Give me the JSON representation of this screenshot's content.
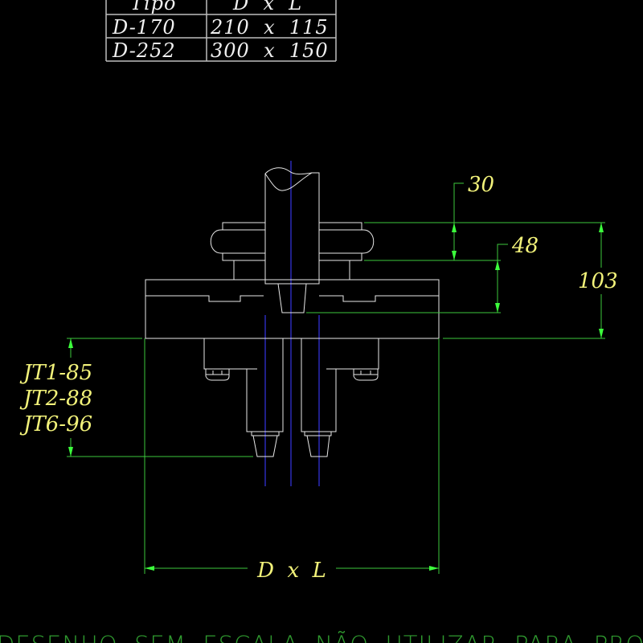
{
  "table": {
    "headers": [
      "Tipo",
      "D  x  L"
    ],
    "rows": [
      [
        "D-170",
        "210  x  115"
      ],
      [
        "D-252",
        "300  x  150"
      ]
    ]
  },
  "dimensions": {
    "d30": "30",
    "d48": "48",
    "d103": "103",
    "jt_labels": [
      "JT1-85",
      "JT2-88",
      "JT6-96"
    ],
    "dxl": "D  x  L"
  },
  "note": "DESENHO  SEM  ESCALA  NÃO  UTILIZAR  PARA  PROJETOS",
  "colors": {
    "background": "#000000",
    "geometry": "#e8e8e8",
    "dimension_lines": "#3cc83c",
    "dimension_text": "#f2f27a",
    "centerlines": "#2a2ab8",
    "note": "#2f9a2f"
  }
}
